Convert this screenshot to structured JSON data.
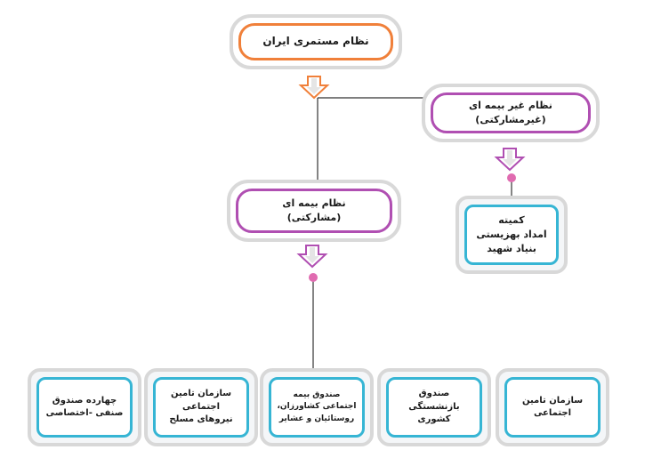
{
  "root": {
    "label": "نظام مستمری ایران"
  },
  "non_insurance": {
    "label": "نظام غیر بیمه ای\n(غیرمشارکتی)"
  },
  "insurance": {
    "label": "نظام بیمه ای\n(مشارکتی)"
  },
  "committee": {
    "label": "کمیته\nامداد بهزیستی\nبنیاد شهید"
  },
  "funds": [
    {
      "label": "سازمان تامین\nاجتماعی"
    },
    {
      "label": "صندوق بازنشستگی\nکشوری"
    },
    {
      "label": "صندوق بیمه\nاجتماعی کشاورزان،\nروستائیان و عشایر"
    },
    {
      "label": "سازمان تامین اجتماعی\nنیروهای مسلح"
    },
    {
      "label": "چهارده صندوق\nصنفی -اختصاصی"
    }
  ],
  "colors": {
    "orange": "#f0803a",
    "purple": "#b04fb2",
    "cyan": "#36b5d4",
    "pink": "#e06bb0",
    "line": "#333333"
  }
}
